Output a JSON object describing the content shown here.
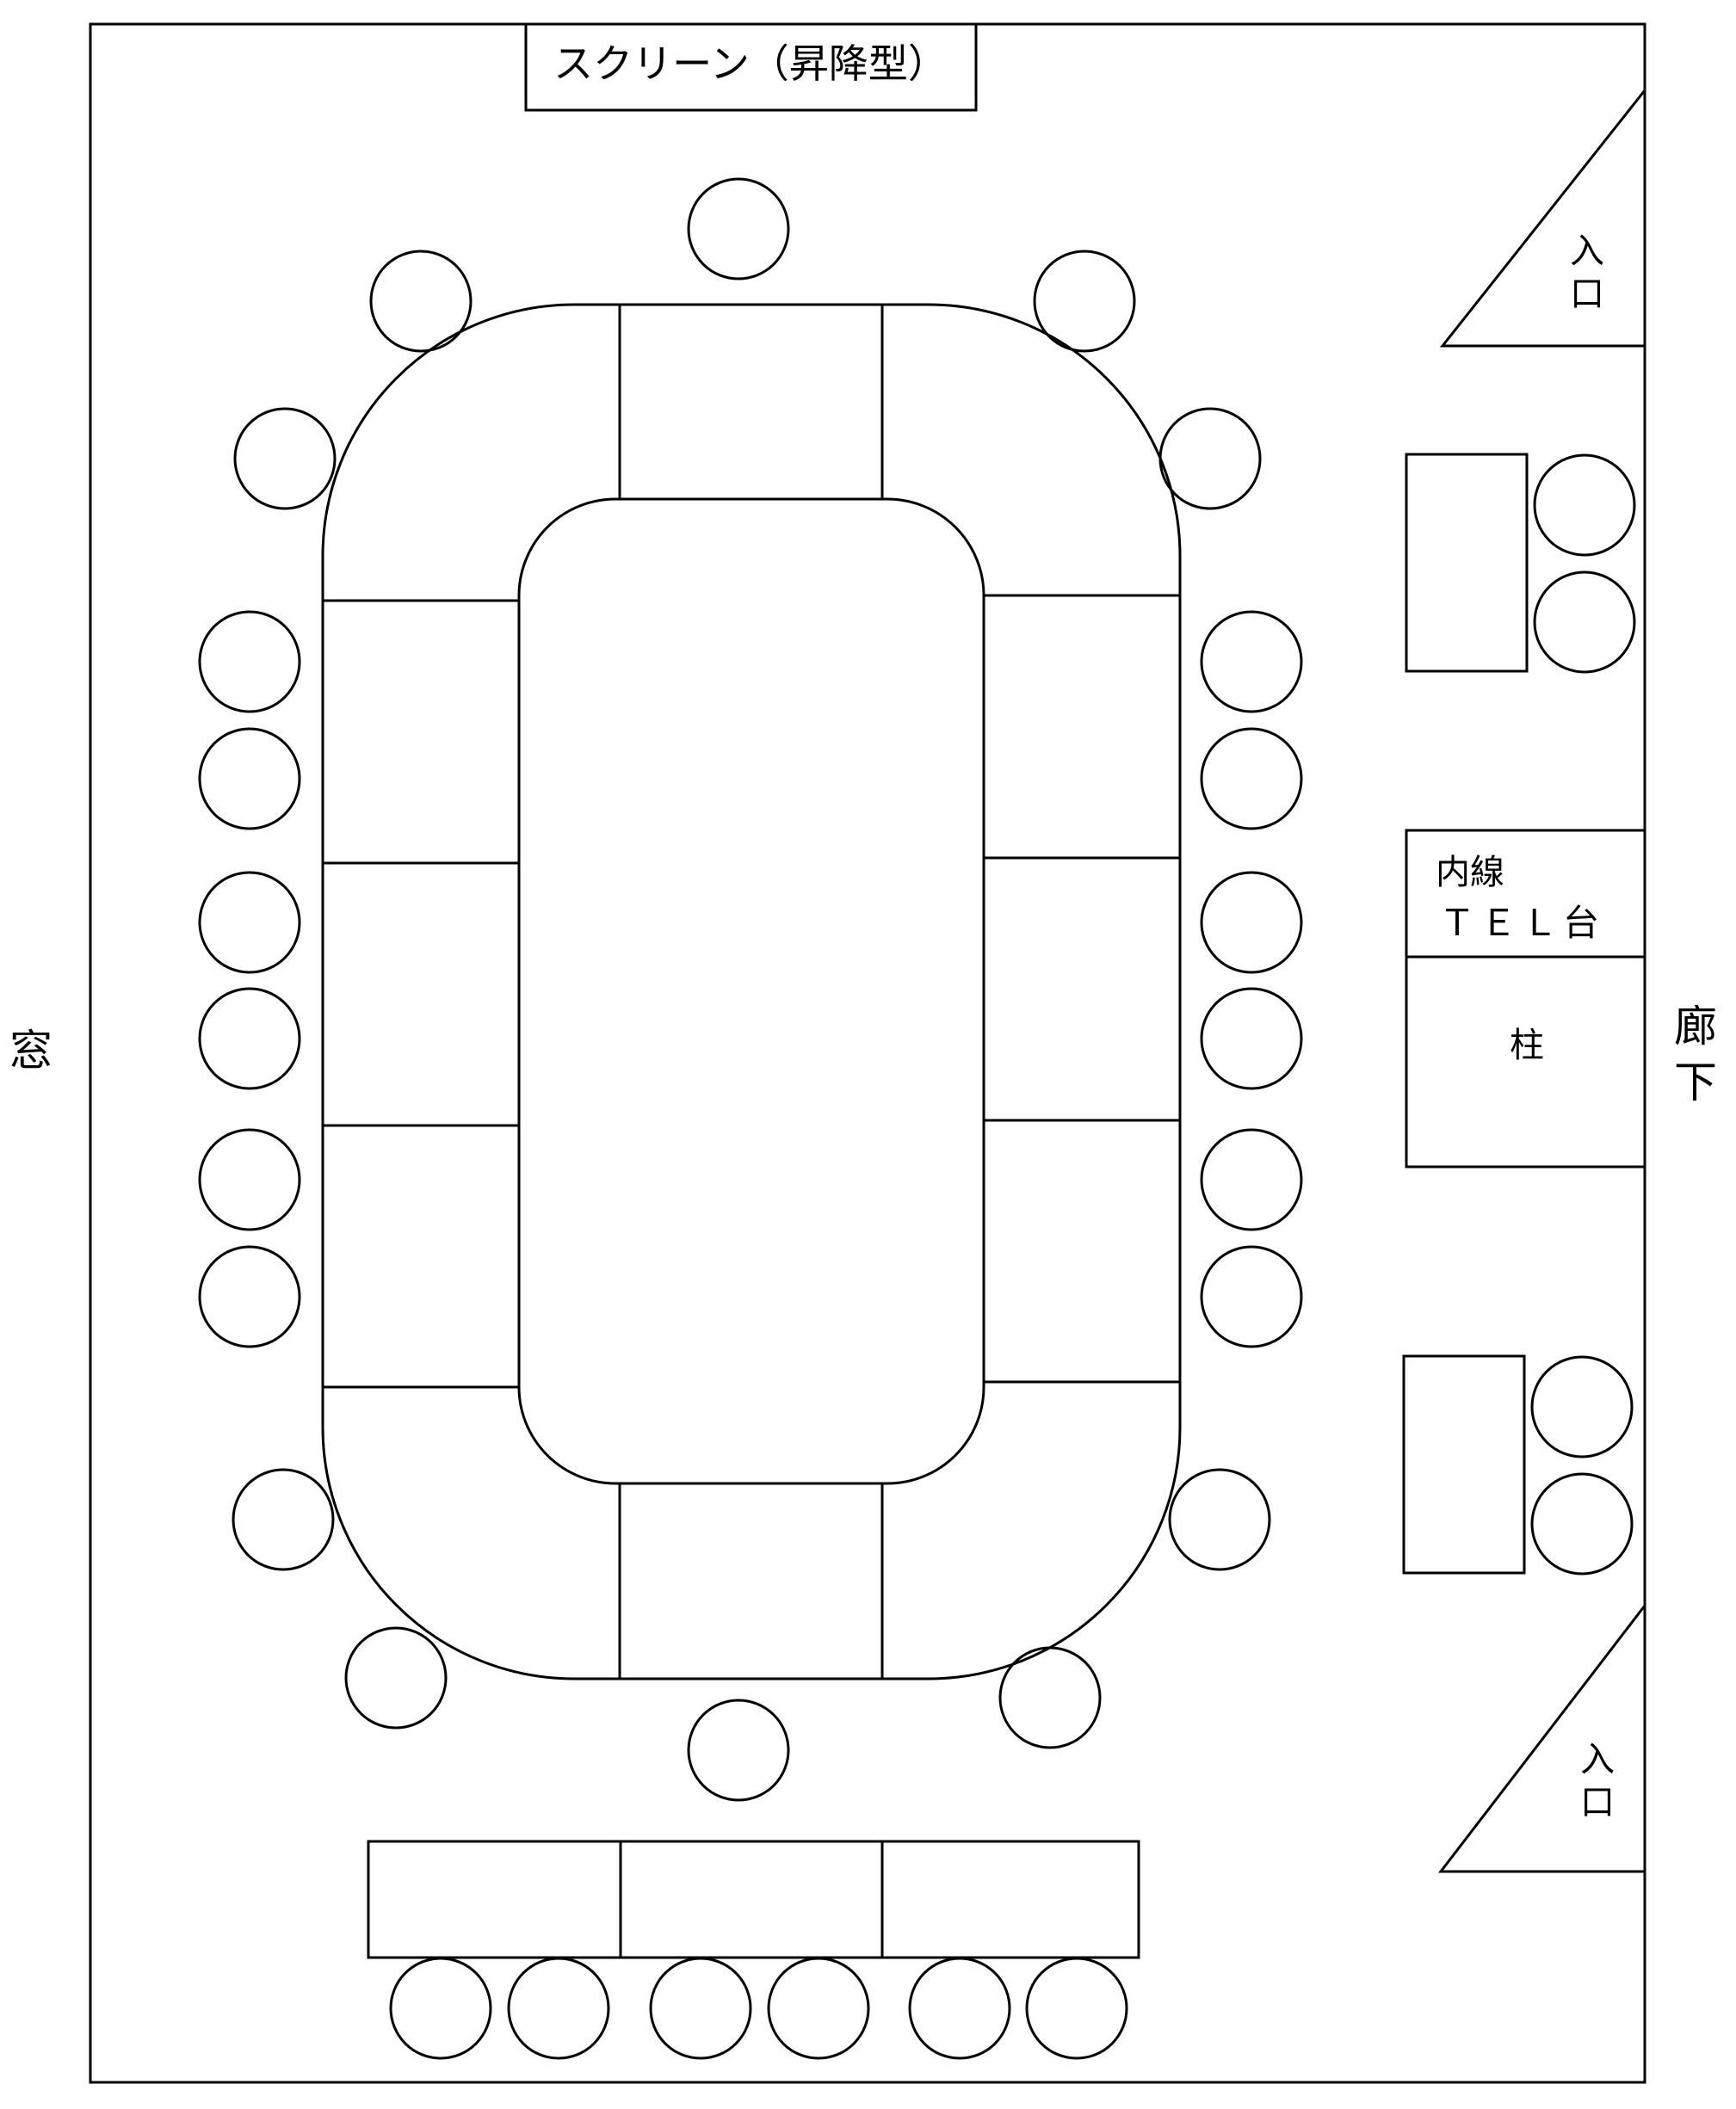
{
  "labels": {
    "screen": "スクリーン（昇降型）",
    "window": "窓",
    "corridor": "廊下",
    "entrance_top": "入口",
    "entrance_bottom": "入口",
    "tel_line1": "内線",
    "tel_line2": "ＴＥＬ台",
    "pillar": "柱"
  }
}
